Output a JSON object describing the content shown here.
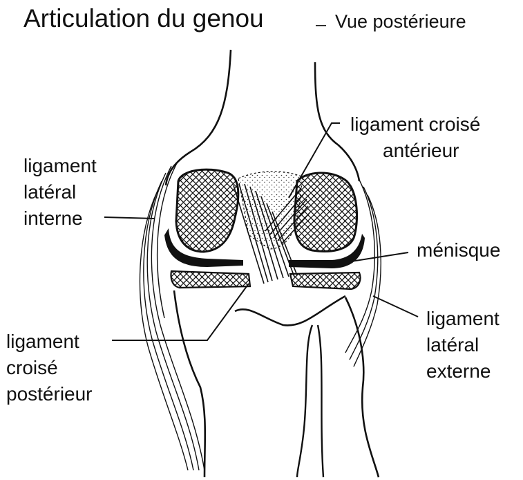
{
  "title": "Articulation du genou",
  "title_separator": "–",
  "subtitle": "Vue postérieure",
  "labels": {
    "ligament_lateral_interne": [
      "ligament",
      "latéral",
      "interne"
    ],
    "ligament_croise_anterieur": [
      "ligament croisé",
      "antérieur"
    ],
    "menisque": [
      "ménisque"
    ],
    "ligament_lateral_externe": [
      "ligament",
      "latéral",
      "externe"
    ],
    "ligament_croise_posterieur": [
      "ligament",
      "croisé",
      "postérieur"
    ]
  }
}
